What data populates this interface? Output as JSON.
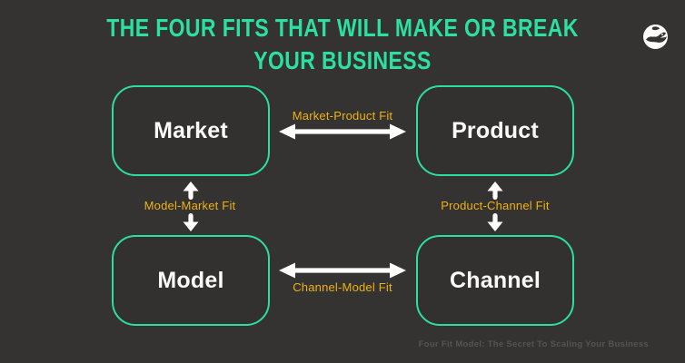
{
  "title": {
    "line1": "THE FOUR FITS THAT WILL MAKE OR BREAK",
    "line2": "YOUR BUSINESS"
  },
  "nodes": [
    {
      "id": "market",
      "label": "Market"
    },
    {
      "id": "product",
      "label": "Product"
    },
    {
      "id": "model",
      "label": "Model"
    },
    {
      "id": "channel",
      "label": "Channel"
    }
  ],
  "fits": {
    "market_product": "Market-Product Fit",
    "model_market": "Model-Market Fit",
    "product_channel": "Product-Channel Fit",
    "channel_model": "Channel-Model Fit"
  },
  "footer": "Four Fit Model: The Secret To Scaling Your Business",
  "icons": {
    "logo": "fish-logo"
  },
  "colors": {
    "background": "#353232",
    "box_fill": "#333030",
    "accent_green": "#2bdfa2",
    "accent_yellow": "#eeb211",
    "arrow_white": "#ffffff",
    "text_white": "#fafafa",
    "footer_gray": "#575354"
  }
}
